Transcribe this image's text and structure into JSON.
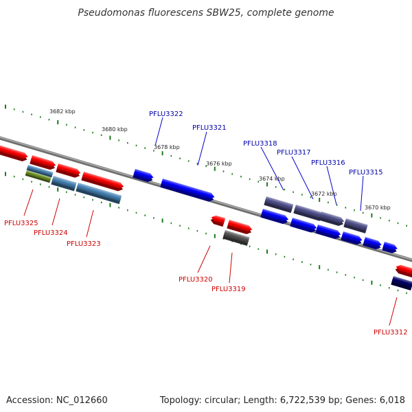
{
  "title": "Pseudomonas fluorescens SBW25, complete genome",
  "footer": {
    "accession": "Accession: NC_012660",
    "summary": "Topology: circular; Length: 6,722,539 bp; Genes: 6,018"
  },
  "colors": {
    "forward_label": "#0000aa",
    "reverse_label": "#cc0000",
    "tick": "#1a7a1a",
    "backbone": "#808080",
    "red_gene": "#ff0000",
    "blue_gene": "#0000ff",
    "purple_gene": "#50508c",
    "steelblue_gene": "#4682b4",
    "olive_gene": "#6b8e23",
    "gray_gene": "#555555",
    "navy_gene": "#000066"
  },
  "ticks": [
    {
      "label": "3682 kbp"
    },
    {
      "label": "3680 kbp"
    },
    {
      "label": "3678 kbp"
    },
    {
      "label": "3676 kbp"
    },
    {
      "label": "3674 kbp"
    },
    {
      "label": "3672 kbp"
    },
    {
      "label": "3670 kbp"
    }
  ],
  "forward_genes": [
    {
      "label": "PFLU3322"
    },
    {
      "label": "PFLU3321"
    },
    {
      "label": "PFLU3318"
    },
    {
      "label": "PFLU3317"
    },
    {
      "label": "PFLU3316"
    },
    {
      "label": "PFLU3315"
    }
  ],
  "reverse_genes": [
    {
      "label": "PFLU3325"
    },
    {
      "label": "PFLU3324"
    },
    {
      "label": "PFLU3323"
    },
    {
      "label": "PFLU3320"
    },
    {
      "label": "PFLU3319"
    },
    {
      "label": "PFLU3312"
    }
  ]
}
